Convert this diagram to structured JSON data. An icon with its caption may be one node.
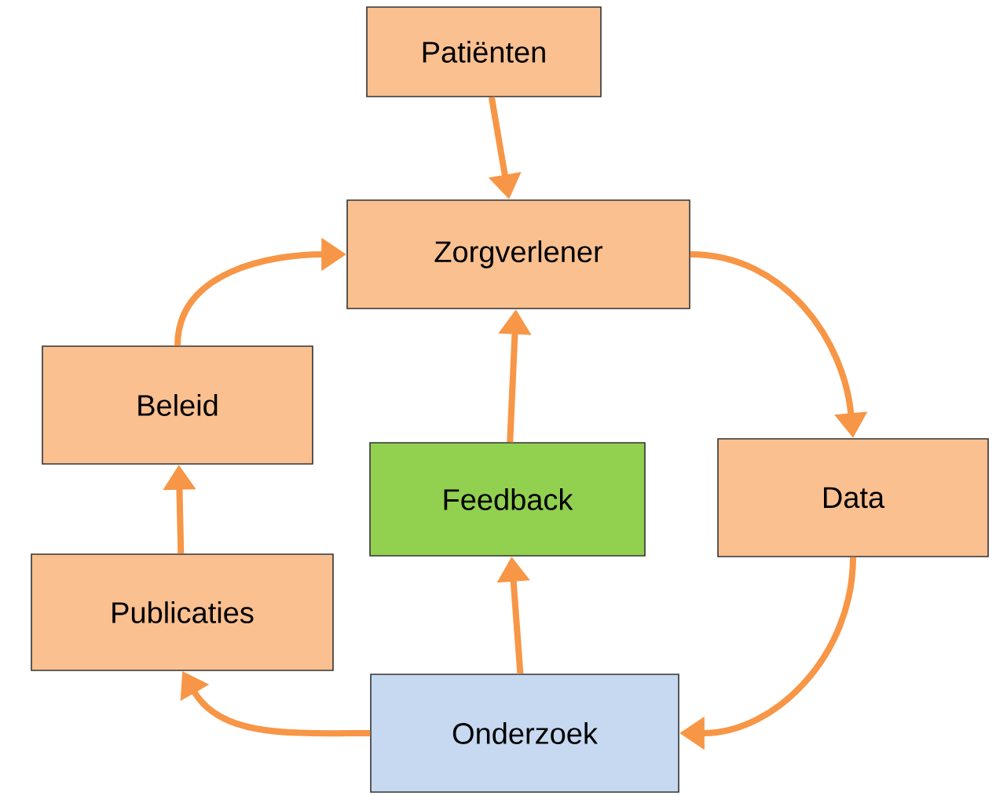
{
  "diagram": {
    "nodes": [
      {
        "text": [
          "Patiënten"
        ]
      },
      {
        "text": [
          "Zorgverlener"
        ]
      },
      {
        "text": [
          "Beleid"
        ]
      },
      {
        "text": [
          "Data"
        ]
      },
      {
        "text": [
          "Feedback"
        ]
      },
      {
        "text": [
          "Publicaties"
        ]
      },
      {
        "text": [
          "Onderzoek"
        ]
      }
    ],
    "edges": [
      {
        "from": 0,
        "to": 1,
        "arrow": "to"
      },
      {
        "from": 1,
        "to": 3,
        "arrow": "to"
      },
      {
        "from": 3,
        "to": 6,
        "arrow": "to"
      },
      {
        "from": 6,
        "to": 4,
        "arrow": "to"
      },
      {
        "from": 4,
        "to": 1,
        "arrow": "to"
      },
      {
        "from": 6,
        "to": 5,
        "arrow": "to"
      },
      {
        "from": 5,
        "to": 2,
        "arrow": "to"
      },
      {
        "from": 2,
        "to": 1,
        "arrow": "to"
      }
    ]
  }
}
